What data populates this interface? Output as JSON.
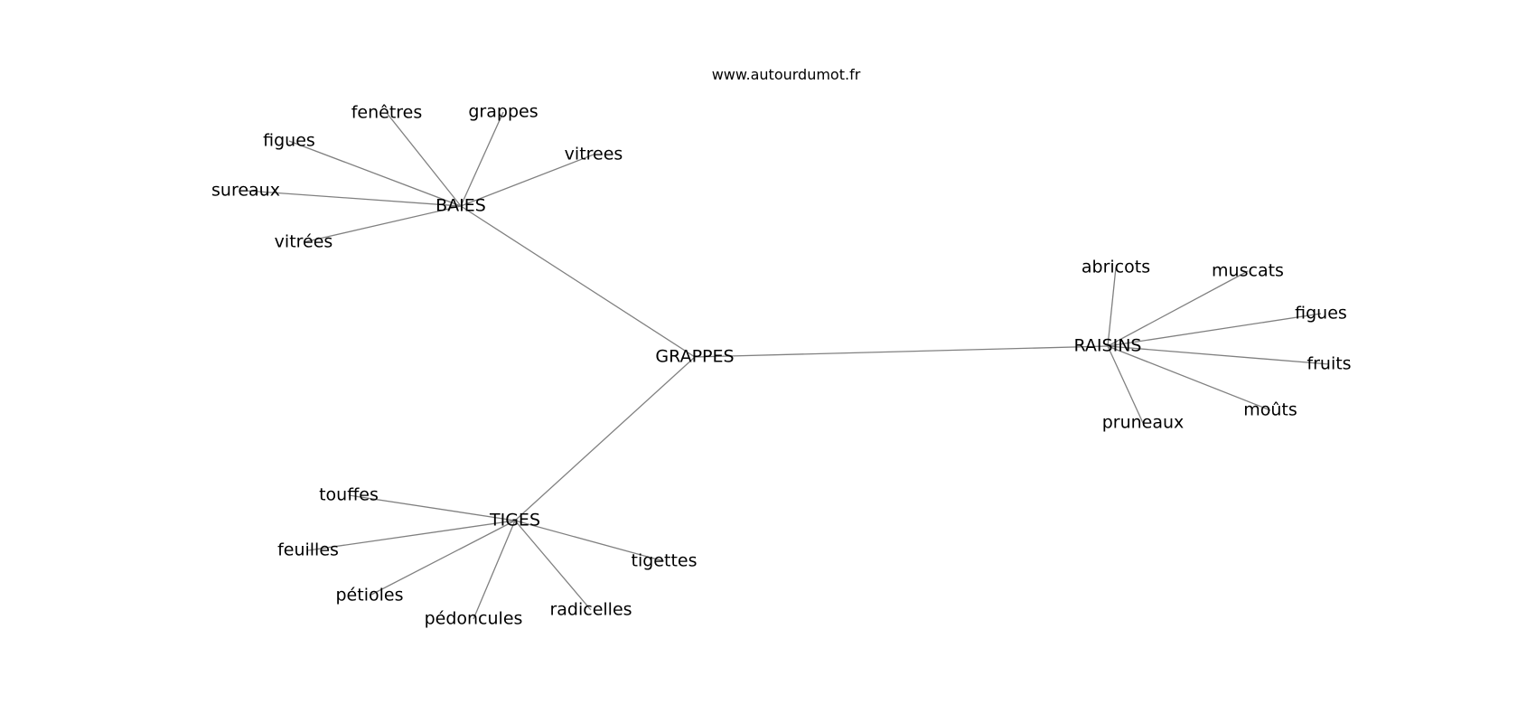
{
  "source": "www.autourdumot.fr",
  "nodes": {
    "grappes_root": "GRAPPES",
    "baies": "BAIES",
    "raisins": "RAISINS",
    "tiges": "TIGES",
    "baies_fenetres": "fenêtres",
    "baies_grappes": "grappes",
    "baies_vitrees": "vitrees",
    "baies_figues": "figues",
    "baies_sureaux": "sureaux",
    "baies_vitrees_acc": "vitrées",
    "raisins_abricots": "abricots",
    "raisins_muscats": "muscats",
    "raisins_figues": "figues",
    "raisins_fruits": "fruits",
    "raisins_mouts": "moûts",
    "raisins_pruneaux": "pruneaux",
    "tiges_touffes": "touffes",
    "tiges_feuilles": "feuilles",
    "tiges_petioles": "pétioles",
    "tiges_pedoncules": "pédoncules",
    "tiges_radicelles": "radicelles",
    "tiges_tigettes": "tigettes"
  },
  "edges": [
    [
      "grappes_root",
      "baies"
    ],
    [
      "grappes_root",
      "raisins"
    ],
    [
      "grappes_root",
      "tiges"
    ],
    [
      "baies",
      "baies_fenetres"
    ],
    [
      "baies",
      "baies_grappes"
    ],
    [
      "baies",
      "baies_vitrees"
    ],
    [
      "baies",
      "baies_figues"
    ],
    [
      "baies",
      "baies_sureaux"
    ],
    [
      "baies",
      "baies_vitrees_acc"
    ],
    [
      "raisins",
      "raisins_abricots"
    ],
    [
      "raisins",
      "raisins_muscats"
    ],
    [
      "raisins",
      "raisins_figues"
    ],
    [
      "raisins",
      "raisins_fruits"
    ],
    [
      "raisins",
      "raisins_mouts"
    ],
    [
      "raisins",
      "raisins_pruneaux"
    ],
    [
      "tiges",
      "tiges_touffes"
    ],
    [
      "tiges",
      "tiges_feuilles"
    ],
    [
      "tiges",
      "tiges_petioles"
    ],
    [
      "tiges",
      "tiges_pedoncules"
    ],
    [
      "tiges",
      "tiges_radicelles"
    ],
    [
      "tiges",
      "tiges_tigettes"
    ]
  ]
}
